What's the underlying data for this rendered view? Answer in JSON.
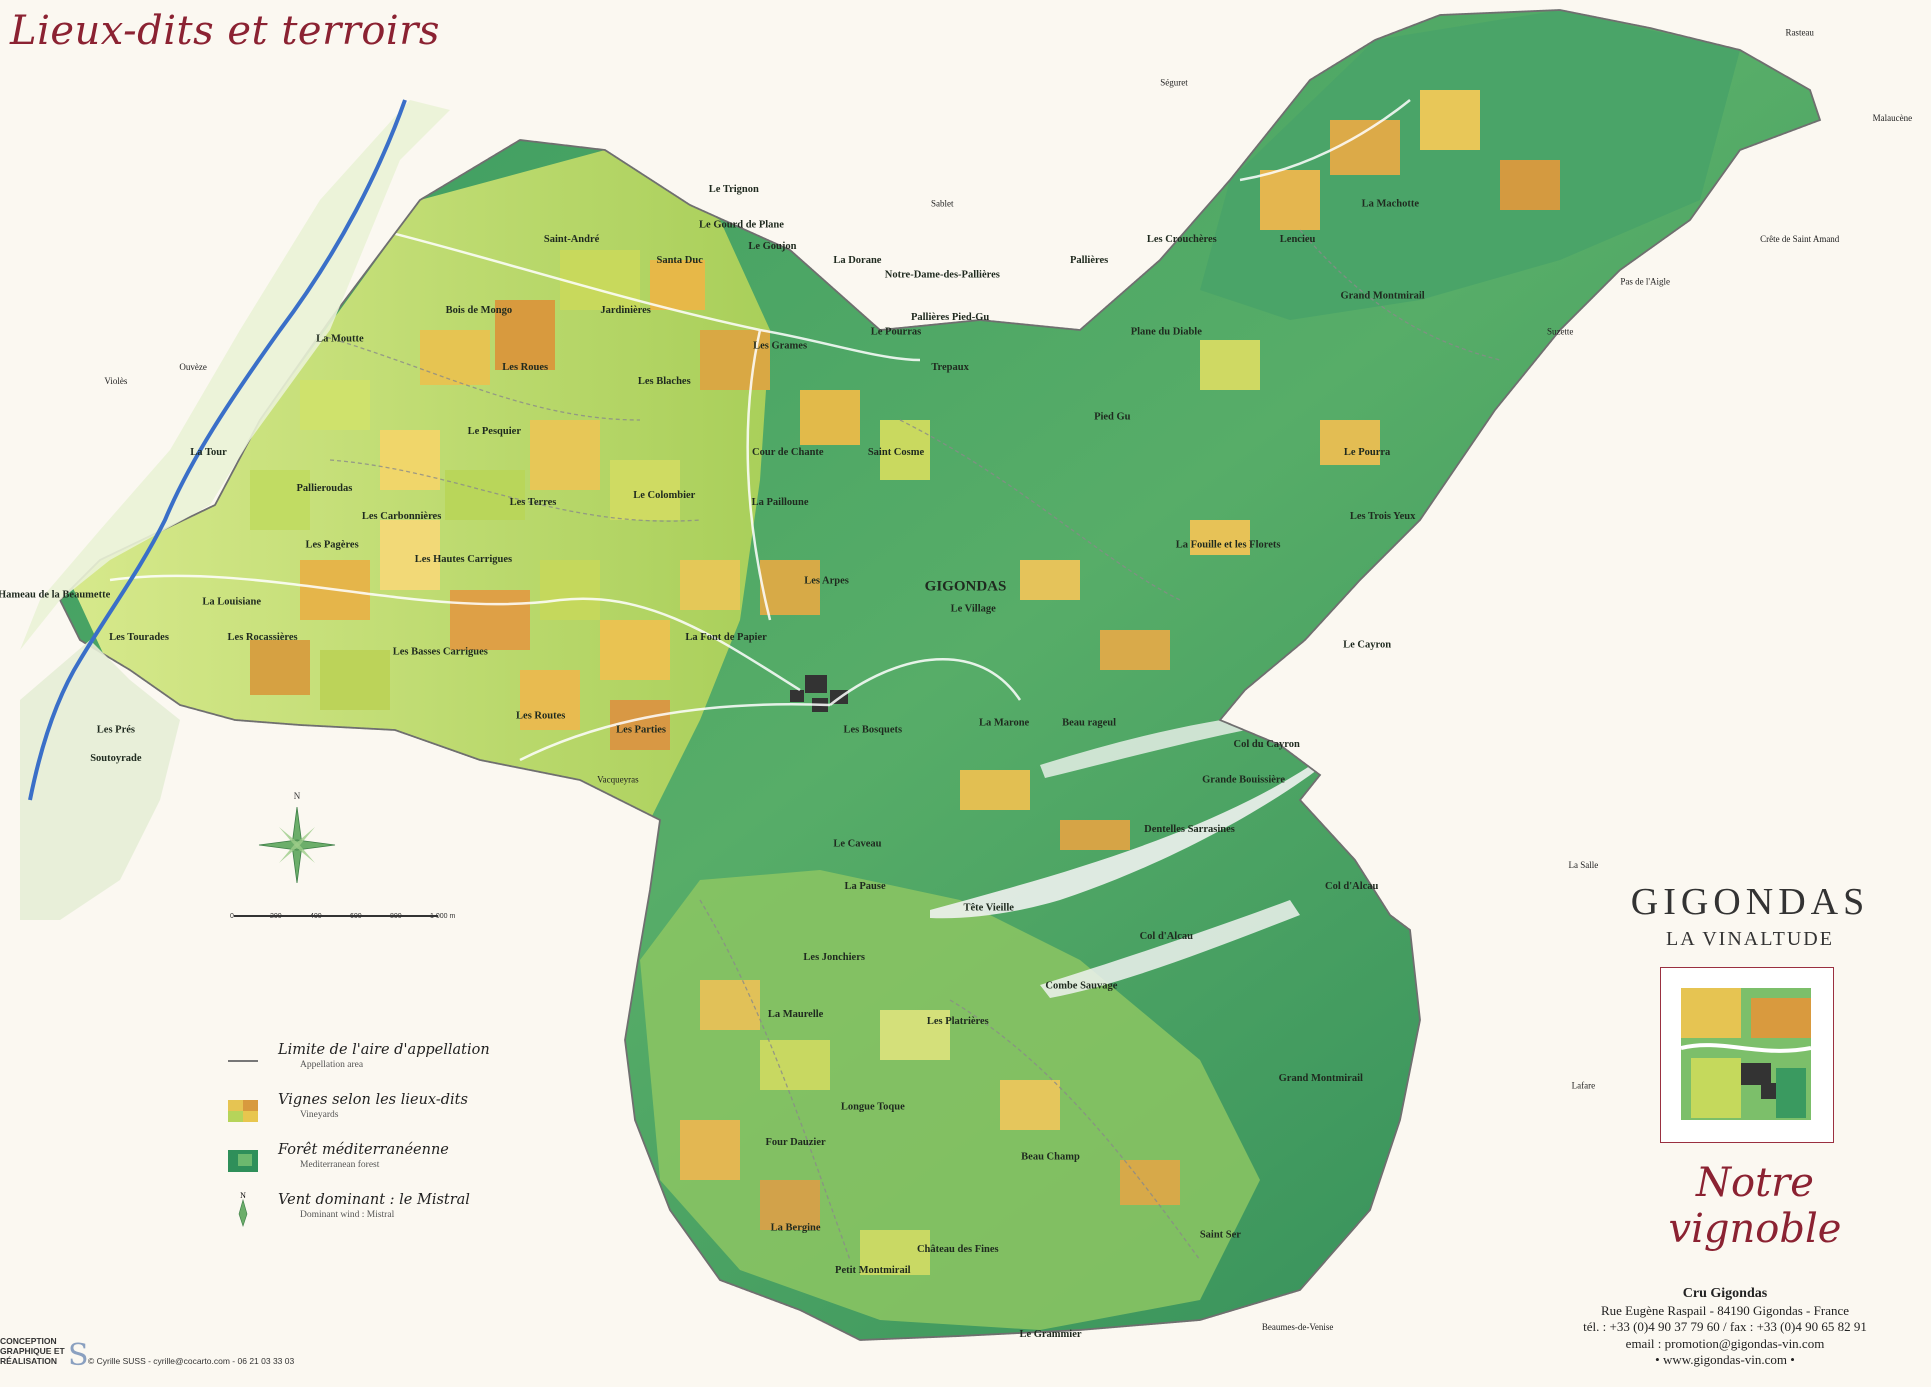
{
  "heading": "Lieux-dits et terroirs",
  "brand": {
    "title": "GIGONDAS",
    "subtitle": "LA VINALTUDE",
    "tagline": "Notre vignoble"
  },
  "contact": {
    "organization": "Cru Gigondas",
    "address": "Rue Eugène Raspail - 84190 Gigondas - France",
    "phone": "tél. : +33 (0)4 90 37 79 60 / fax : +33 (0)4 90 65 82 91",
    "email": "email : promotion@gigondas-vin.com",
    "website": "• www.gigondas-vin.com •"
  },
  "legend": [
    {
      "label": "Limite de l'aire d'appellation",
      "sublabel": "Appellation area",
      "symbol": "line"
    },
    {
      "label": "Vignes selon les lieux-dits",
      "sublabel": "Vineyards",
      "symbol": "vineyard"
    },
    {
      "label": "Forêt méditerranéenne",
      "sublabel": "Mediterranean forest",
      "symbol": "forest"
    },
    {
      "label": "Vent dominant : le Mistral",
      "sublabel": "Dominant wind : Mistral",
      "symbol": "wind"
    }
  ],
  "credits": {
    "design": "CONCEPTION GRAPHIQUE ET RÉALISATION",
    "contact": "© Cyrille SUSS - cyrille@cocarto.com - 06 21 03 33 03"
  },
  "compass": {
    "north": "N"
  },
  "scale_bar": {
    "ticks": [
      "0",
      "200",
      "400",
      "600",
      "800",
      "1 000 m"
    ]
  },
  "colors": {
    "accent": "#8b2232",
    "forest_dark": "#2f8f5a",
    "forest_light": "#6cb86e",
    "vineyard_yellow": "#e8c64e",
    "vineyard_orange": "#dc9a3c",
    "vineyard_lime": "#b6d45a",
    "river": "#3a6fc8",
    "boundary": "#777777"
  },
  "places": [
    {
      "name": "Le Trignon",
      "lon": 5.005,
      "lat": 44.183
    },
    {
      "name": "Le Gourd de Plane",
      "lon": 5.006,
      "lat": 44.178
    },
    {
      "name": "Saint-André",
      "lon": 4.984,
      "lat": 44.176
    },
    {
      "name": "Santa Duc",
      "lon": 4.998,
      "lat": 44.173
    },
    {
      "name": "Le Goujon",
      "lon": 5.01,
      "lat": 44.175
    },
    {
      "name": "La Dorane",
      "lon": 5.021,
      "lat": 44.173
    },
    {
      "name": "Notre-Dame-des-Pallières",
      "lon": 5.032,
      "lat": 44.171
    },
    {
      "name": "Pallières",
      "lon": 5.051,
      "lat": 44.173
    },
    {
      "name": "Les Crouchères",
      "lon": 5.063,
      "lat": 44.176
    },
    {
      "name": "Lencieu",
      "lon": 5.078,
      "lat": 44.176
    },
    {
      "name": "La Machotte",
      "lon": 5.09,
      "lat": 44.181
    },
    {
      "name": "Grand Montmirail",
      "lon": 5.089,
      "lat": 44.168
    },
    {
      "name": "Plane du Diable",
      "lon": 5.061,
      "lat": 44.163
    },
    {
      "name": "Pallières Pied-Gu",
      "lon": 5.033,
      "lat": 44.165
    },
    {
      "name": "Bois de Mongo",
      "lon": 4.972,
      "lat": 44.166
    },
    {
      "name": "Jardinières",
      "lon": 4.991,
      "lat": 44.166
    },
    {
      "name": "La Moutte",
      "lon": 4.954,
      "lat": 44.162
    },
    {
      "name": "Les Roues",
      "lon": 4.978,
      "lat": 44.158
    },
    {
      "name": "Les Blaches",
      "lon": 4.996,
      "lat": 44.156
    },
    {
      "name": "Les Grames",
      "lon": 5.011,
      "lat": 44.161
    },
    {
      "name": "Le Pourras",
      "lon": 5.026,
      "lat": 44.163
    },
    {
      "name": "Trepaux",
      "lon": 5.033,
      "lat": 44.158
    },
    {
      "name": "Le Pesquier",
      "lon": 4.974,
      "lat": 44.149
    },
    {
      "name": "La Tour",
      "lon": 4.937,
      "lat": 44.146
    },
    {
      "name": "Pallieroudas",
      "lon": 4.952,
      "lat": 44.141
    },
    {
      "name": "Les Carbonnières",
      "lon": 4.962,
      "lat": 44.137
    },
    {
      "name": "Les Terres",
      "lon": 4.979,
      "lat": 44.139
    },
    {
      "name": "Le Colombier",
      "lon": 4.996,
      "lat": 44.14
    },
    {
      "name": "Cour de Chante",
      "lon": 5.012,
      "lat": 44.146
    },
    {
      "name": "Saint Cosme",
      "lon": 5.026,
      "lat": 44.146
    },
    {
      "name": "La Pailloune",
      "lon": 5.011,
      "lat": 44.139
    },
    {
      "name": "Pied Gu",
      "lon": 5.054,
      "lat": 44.151
    },
    {
      "name": "Le Pourra",
      "lon": 5.087,
      "lat": 44.146
    },
    {
      "name": "Les Trois Yeux",
      "lon": 5.089,
      "lat": 44.137
    },
    {
      "name": "La Fouille et les Florets",
      "lon": 5.069,
      "lat": 44.133
    },
    {
      "name": "Les Pagères",
      "lon": 4.953,
      "lat": 44.133
    },
    {
      "name": "Les Hautes Carrigues",
      "lon": 4.97,
      "lat": 44.131
    },
    {
      "name": "Hameau de la Beaumette",
      "lon": 4.917,
      "lat": 44.126
    },
    {
      "name": "La Louisiane",
      "lon": 4.94,
      "lat": 44.125
    },
    {
      "name": "Les Tourades",
      "lon": 4.928,
      "lat": 44.12
    },
    {
      "name": "Les Rocassières",
      "lon": 4.944,
      "lat": 44.12
    },
    {
      "name": "Les Basses Carrigues",
      "lon": 4.967,
      "lat": 44.118
    },
    {
      "name": "La Font de Papier",
      "lon": 5.004,
      "lat": 44.12
    },
    {
      "name": "Les Arpes",
      "lon": 5.017,
      "lat": 44.128
    },
    {
      "name": "GIGONDAS",
      "lon": 5.035,
      "lat": 44.127
    },
    {
      "name": "Le Village",
      "lon": 5.036,
      "lat": 44.124
    },
    {
      "name": "Les Bosquets",
      "lon": 5.023,
      "lat": 44.107
    },
    {
      "name": "La Marone",
      "lon": 5.04,
      "lat": 44.108
    },
    {
      "name": "Beau rageul",
      "lon": 5.051,
      "lat": 44.108
    },
    {
      "name": "Le Cayron",
      "lon": 5.087,
      "lat": 44.119
    },
    {
      "name": "Col du Cayron",
      "lon": 5.074,
      "lat": 44.105
    },
    {
      "name": "Grande Bouissière",
      "lon": 5.071,
      "lat": 44.1
    },
    {
      "name": "Dentelles Sarrasines",
      "lon": 5.064,
      "lat": 44.093
    },
    {
      "name": "Les Routes",
      "lon": 4.98,
      "lat": 44.109
    },
    {
      "name": "Les Parties",
      "lon": 4.993,
      "lat": 44.107
    },
    {
      "name": "Les Prés",
      "lon": 4.925,
      "lat": 44.107
    },
    {
      "name": "Soutoyrade",
      "lon": 4.925,
      "lat": 44.103
    },
    {
      "name": "Le Caveau",
      "lon": 5.021,
      "lat": 44.091
    },
    {
      "name": "La Pause",
      "lon": 5.022,
      "lat": 44.085
    },
    {
      "name": "Tête Vieille",
      "lon": 5.038,
      "lat": 44.082
    },
    {
      "name": "Col d'Alcau",
      "lon": 5.085,
      "lat": 44.085
    },
    {
      "name": "Col d'Alcau",
      "lon": 5.061,
      "lat": 44.078
    },
    {
      "name": "Les Jonchiers",
      "lon": 5.018,
      "lat": 44.075
    },
    {
      "name": "Combe Sauvage",
      "lon": 5.05,
      "lat": 44.071
    },
    {
      "name": "La Maurelle",
      "lon": 5.013,
      "lat": 44.067
    },
    {
      "name": "Les Platrières",
      "lon": 5.034,
      "lat": 44.066
    },
    {
      "name": "Grand Montmirail",
      "lon": 5.081,
      "lat": 44.058
    },
    {
      "name": "Longue Toque",
      "lon": 5.023,
      "lat": 44.054
    },
    {
      "name": "Four Dauzier",
      "lon": 5.013,
      "lat": 44.049
    },
    {
      "name": "Beau Champ",
      "lon": 5.046,
      "lat": 44.047
    },
    {
      "name": "La Bergine",
      "lon": 5.013,
      "lat": 44.037
    },
    {
      "name": "Château des Fines",
      "lon": 5.034,
      "lat": 44.034
    },
    {
      "name": "Petit Montmirail",
      "lon": 5.023,
      "lat": 44.031
    },
    {
      "name": "Saint Ser",
      "lon": 5.068,
      "lat": 44.036
    },
    {
      "name": "Le Grammier",
      "lon": 5.046,
      "lat": 44.022
    }
  ],
  "roads": [
    {
      "name": "Séguret",
      "lon": 5.062,
      "lat": 44.198
    },
    {
      "name": "Sablet",
      "lon": 5.032,
      "lat": 44.181
    },
    {
      "name": "Violès",
      "lon": 4.925,
      "lat": 44.156
    },
    {
      "name": "Ouvèze",
      "lon": 4.935,
      "lat": 44.158
    },
    {
      "name": "Vacqueyras",
      "lon": 4.99,
      "lat": 44.1
    },
    {
      "name": "Suzette",
      "lon": 5.112,
      "lat": 44.163
    },
    {
      "name": "Pas de l'Aigle",
      "lon": 5.123,
      "lat": 44.17
    },
    {
      "name": "Crête de Saint Amand",
      "lon": 5.143,
      "lat": 44.176
    },
    {
      "name": "Malaucène",
      "lon": 5.155,
      "lat": 44.193
    },
    {
      "name": "La Salle",
      "lon": 5.115,
      "lat": 44.088
    },
    {
      "name": "Lafare",
      "lon": 5.115,
      "lat": 44.057
    },
    {
      "name": "Beaumes-de-Venise",
      "lon": 5.078,
      "lat": 44.023
    },
    {
      "name": "Rasteau",
      "lon": 5.143,
      "lat": 44.205
    }
  ],
  "map_extent": {
    "lon": [
      4.91,
      5.16
    ],
    "lat": [
      44.015,
      44.21
    ]
  }
}
